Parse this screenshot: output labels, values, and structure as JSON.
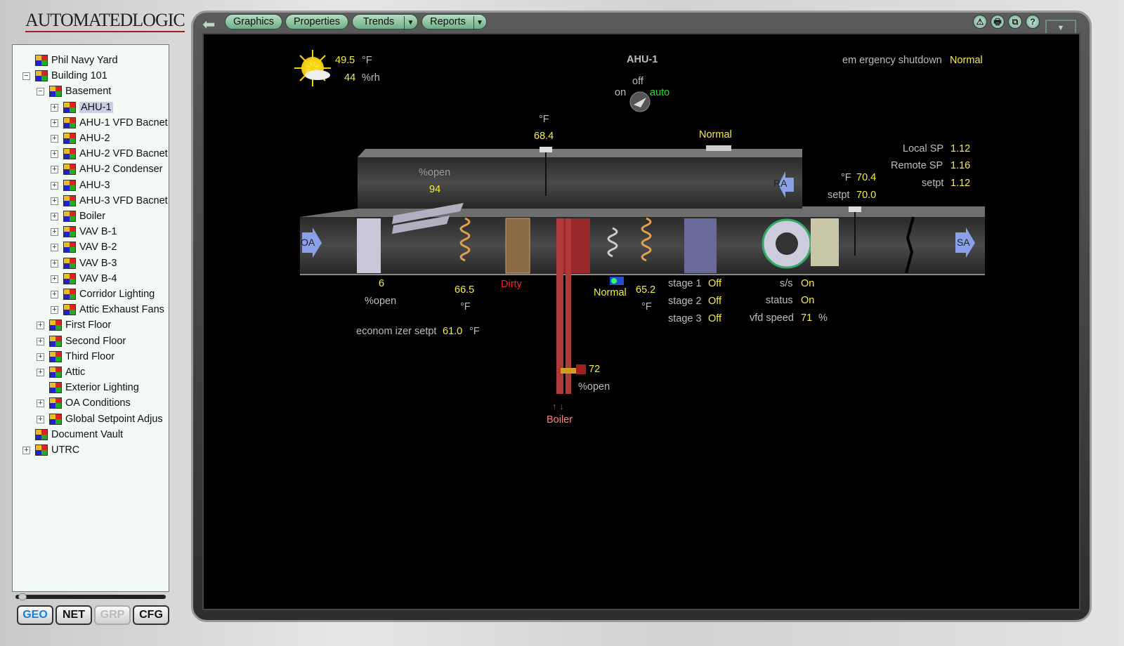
{
  "logo": "AUTOMATEDLOGIC",
  "tree": [
    {
      "label": "Phil Navy Yard",
      "level": 0,
      "exp": ""
    },
    {
      "label": "Building 101",
      "level": 0,
      "exp": "-"
    },
    {
      "label": "Basement",
      "level": 1,
      "exp": "-"
    },
    {
      "label": "AHU-1",
      "level": 2,
      "exp": "+",
      "selected": true
    },
    {
      "label": "AHU-1 VFD Bacnet",
      "level": 2,
      "exp": "+"
    },
    {
      "label": "AHU-2",
      "level": 2,
      "exp": "+"
    },
    {
      "label": "AHU-2 VFD Bacnet",
      "level": 2,
      "exp": "+"
    },
    {
      "label": "AHU-2 Condenser",
      "level": 2,
      "exp": "+"
    },
    {
      "label": "AHU-3",
      "level": 2,
      "exp": "+"
    },
    {
      "label": "AHU-3 VFD Bacnet",
      "level": 2,
      "exp": "+"
    },
    {
      "label": "Boiler",
      "level": 2,
      "exp": "+"
    },
    {
      "label": "VAV B-1",
      "level": 2,
      "exp": "+"
    },
    {
      "label": "VAV B-2",
      "level": 2,
      "exp": "+"
    },
    {
      "label": "VAV B-3",
      "level": 2,
      "exp": "+"
    },
    {
      "label": "VAV B-4",
      "level": 2,
      "exp": "+"
    },
    {
      "label": "Corridor Lighting",
      "level": 2,
      "exp": "+"
    },
    {
      "label": "Attic Exhaust Fans",
      "level": 2,
      "exp": "+"
    },
    {
      "label": "First Floor",
      "level": 1,
      "exp": "+"
    },
    {
      "label": "Second Floor",
      "level": 1,
      "exp": "+"
    },
    {
      "label": "Third Floor",
      "level": 1,
      "exp": "+"
    },
    {
      "label": "Attic",
      "level": 1,
      "exp": "+"
    },
    {
      "label": "Exterior Lighting",
      "level": 1,
      "exp": ""
    },
    {
      "label": "OA Conditions",
      "level": 1,
      "exp": "+"
    },
    {
      "label": "Global Setpoint Adjus",
      "level": 1,
      "exp": "+"
    },
    {
      "label": "Document Vault",
      "level": 0,
      "exp": ""
    },
    {
      "label": "UTRC",
      "level": 0,
      "exp": "+"
    }
  ],
  "view_buttons": {
    "geo": "GEO",
    "net": "NET",
    "grp": "GRP",
    "cfg": "CFG"
  },
  "toolbar": {
    "graphics": "Graphics",
    "properties": "Properties",
    "trends": "Trends",
    "reports": "Reports",
    "dropdown": "▼",
    "alarm": "⚠",
    "print": "🖶",
    "window": "⧉",
    "help": "?"
  },
  "graphic": {
    "oa_temp": "49.5",
    "oa_temp_unit": "°F",
    "oa_rh": "44",
    "oa_rh_unit": "%rh",
    "title": "AHU-1",
    "switch_off": "off",
    "switch_on": "on",
    "switch_auto": "auto",
    "emergency_label": "em ergency shutdown",
    "emergency_value": "Normal",
    "ra_temp_unit": "°F",
    "ra_temp": "68.4",
    "smoke_status": "Normal",
    "ra_damper_label": "%open",
    "ra_damper": "94",
    "local_sp_label": "Local SP",
    "local_sp": "1.12",
    "remote_sp_label": "Remote SP",
    "remote_sp": "1.16",
    "sp_setpt_label": "setpt",
    "sp_setpt": "1.12",
    "space_temp_unit": "°F",
    "space_temp": "70.4",
    "space_setpt_label": "setpt",
    "space_setpt": "70.0",
    "oa_label": "OA",
    "ra_label": "RA",
    "sa_label": "SA",
    "oa_damper": "6",
    "oa_damper_unit": "%open",
    "mat": "66.5",
    "mat_unit": "°F",
    "filter": "Dirty",
    "freezestat": "Normal",
    "dat": "65.2",
    "dat_unit": "°F",
    "stage1_label": "stage 1",
    "stage1": "Off",
    "stage2_label": "stage 2",
    "stage2": "Off",
    "stage3_label": "stage 3",
    "stage3": "Off",
    "ss_label": "s/s",
    "ss": "On",
    "status_label": "status",
    "status": "On",
    "vfd_label": "vfd speed",
    "vfd": "71",
    "vfd_unit": "%",
    "econ_label": "econom izer setpt",
    "econ": "61.0",
    "econ_unit": "°F",
    "hw_valve": "72",
    "hw_valve_unit": "%open",
    "boiler_arrows": "↑ ↓",
    "boiler": "Boiler"
  },
  "colors": {
    "value": "#f6f03a",
    "label": "#bdbdbd",
    "alarm": "#ff2020",
    "auto": "#22e022"
  }
}
